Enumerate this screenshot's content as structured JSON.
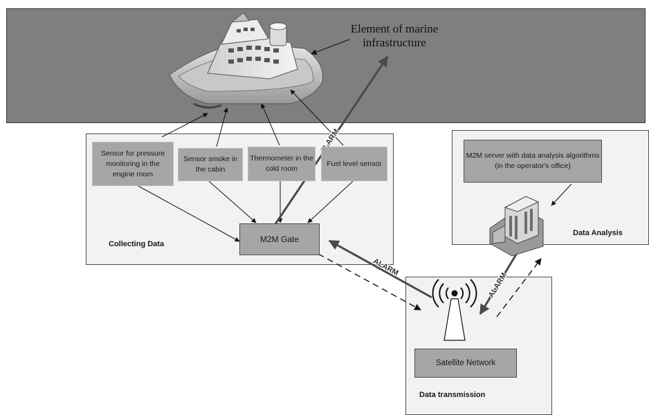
{
  "marine": {
    "title": "Element of marine infrastructure"
  },
  "collecting": {
    "label": "Collecting Data",
    "sensors": [
      "Sensor for pressure monitoring in the engine room",
      "Sensor smoke in the cabin",
      "Thermometer in the cold room",
      "Fuel level sensor"
    ],
    "gate": "M2M Gate"
  },
  "analysis": {
    "label": "Data Analysis",
    "server": "M2M server with data analysis algorithms (in the operator's office)"
  },
  "transmission": {
    "label": "Data transmission",
    "network": "Satellite Network"
  },
  "alarm_label": "ALARM"
}
